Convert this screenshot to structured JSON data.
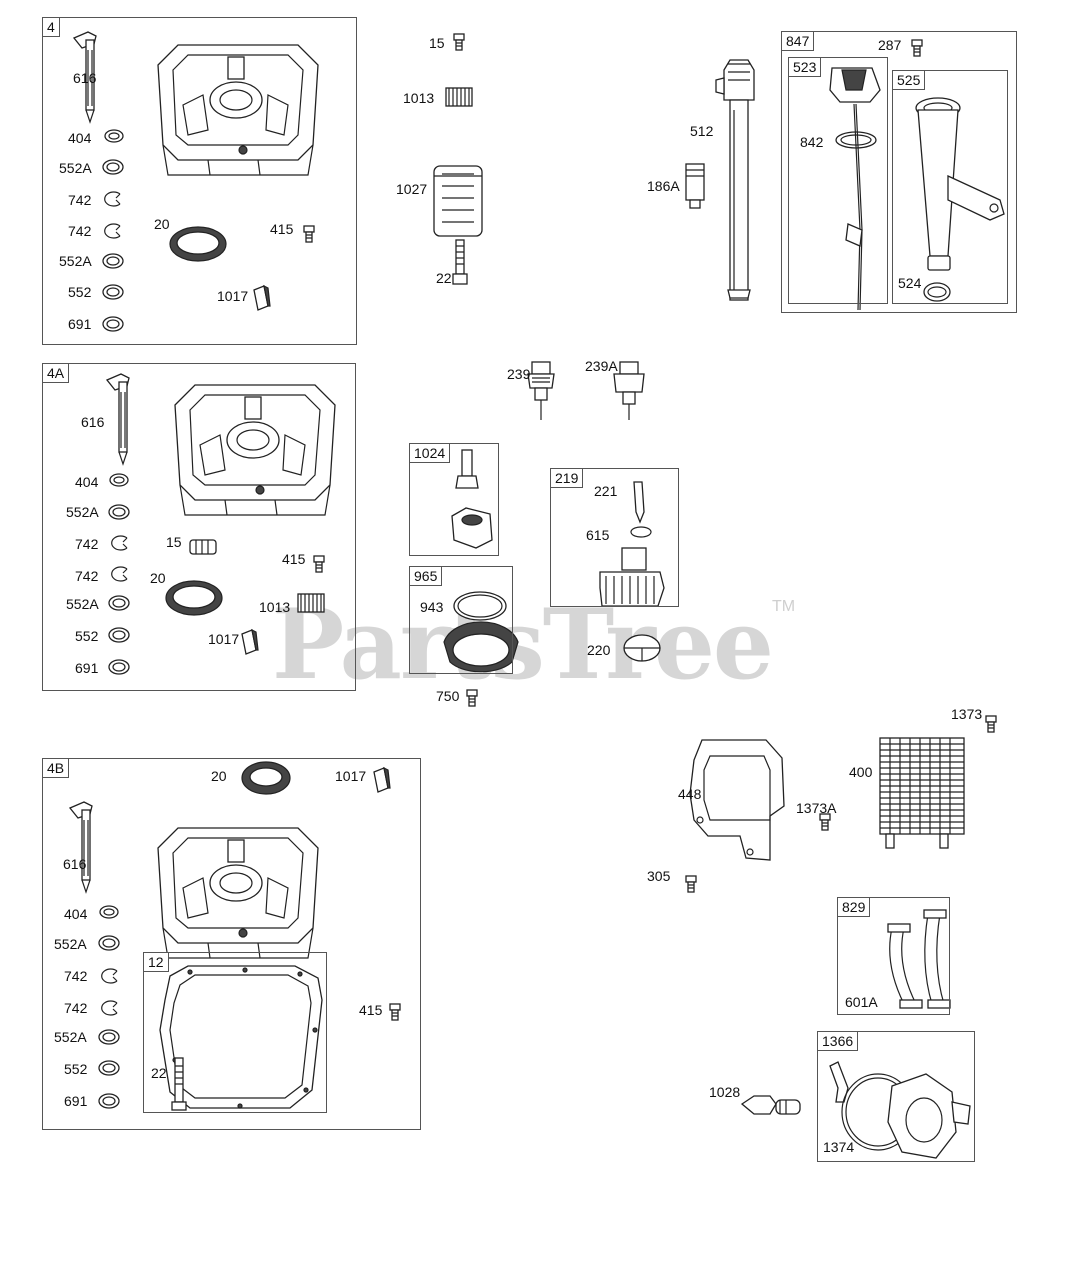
{
  "watermark": {
    "text": "PartsTree",
    "trademark": "TM"
  },
  "boxes": {
    "b4": "4",
    "b4a": "4A",
    "b4b": "4B",
    "b12": "12",
    "b847": "847",
    "b523": "523",
    "b525": "525",
    "b1024": "1024",
    "b965": "965",
    "b219": "219",
    "b829": "829",
    "b1366": "1366"
  },
  "labels": {
    "l4_616": "616",
    "l4_404": "404",
    "l4_552a1": "552A",
    "l4_742a": "742",
    "l4_742b": "742",
    "l4_552a2": "552A",
    "l4_552": "552",
    "l4_691": "691",
    "l4_20": "20",
    "l4_415": "415",
    "l4_1017": "1017",
    "la_616": "616",
    "la_404": "404",
    "la_552a1": "552A",
    "la_742a": "742",
    "la_742b": "742",
    "la_552a2": "552A",
    "la_552": "552",
    "la_691": "691",
    "la_15": "15",
    "la_20": "20",
    "la_415": "415",
    "la_1013": "1013",
    "la_1017": "1017",
    "lb_20": "20",
    "lb_1017": "1017",
    "lb_616": "616",
    "lb_404": "404",
    "lb_552a1": "552A",
    "lb_742a": "742",
    "lb_742b": "742",
    "lb_552a2": "552A",
    "lb_552": "552",
    "lb_691": "691",
    "lb_22": "22",
    "lb_415": "415",
    "m_15": "15",
    "m_1013": "1013",
    "m_1027": "1027",
    "m_22": "22",
    "r_512": "512",
    "r_186a": "186A",
    "r_287": "287",
    "r_842": "842",
    "r_524": "524",
    "c_239": "239",
    "c_239a": "239A",
    "c_221": "221",
    "c_615": "615",
    "c_943": "943",
    "c_220": "220",
    "c_750": "750",
    "o_1373": "1373",
    "o_400": "400",
    "o_448": "448",
    "o_1373a": "1373A",
    "o_305": "305",
    "o_601a": "601A",
    "o_1028": "1028",
    "o_1374": "1374"
  }
}
